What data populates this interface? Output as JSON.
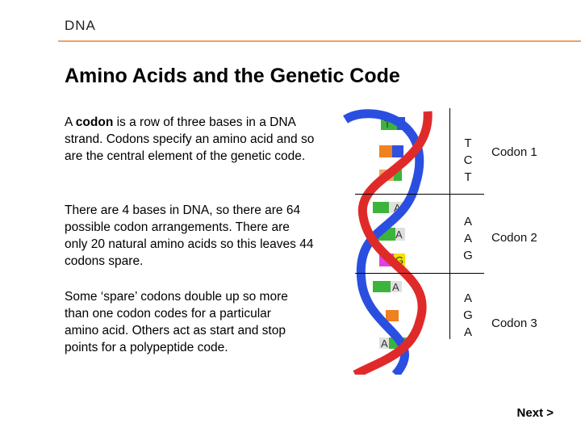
{
  "header": {
    "section": "DNA"
  },
  "title": "Amino Acids and the Genetic Code",
  "paragraphs": {
    "p1_pre": "A ",
    "p1_bold": "codon",
    "p1_post": " is a row of three bases in a DNA strand. Codons specify an amino acid and so are the central element of the genetic code.",
    "p2": "There are 4 bases in DNA, so there are 64 possible codon arrangements. There are only 20 natural amino acids so this leaves 44 codons spare.",
    "p3": "Some ‘spare’ codons double up so more than one codon codes for a particular amino acid. Others act as start and stop points for a polypeptide code."
  },
  "helix_bases": [
    "T",
    "A",
    "A",
    "G",
    "A",
    "A"
  ],
  "codons": [
    {
      "bases": [
        "T",
        "C",
        "T"
      ],
      "name": "Codon 1"
    },
    {
      "bases": [
        "A",
        "A",
        "G"
      ],
      "name": "Codon 2"
    },
    {
      "bases": [
        "A",
        "G",
        "A"
      ],
      "name": "Codon 3"
    }
  ],
  "nav": {
    "next": "Next >"
  },
  "colors": {
    "rule": "#f0a060",
    "strand_blue": "#2a4fe0",
    "strand_red": "#e02a2a",
    "base_green": "#3cb43c",
    "base_blue": "#3050e0",
    "base_orange": "#f08020",
    "base_yellow": "#f0e000",
    "base_magenta": "#e040e0"
  }
}
